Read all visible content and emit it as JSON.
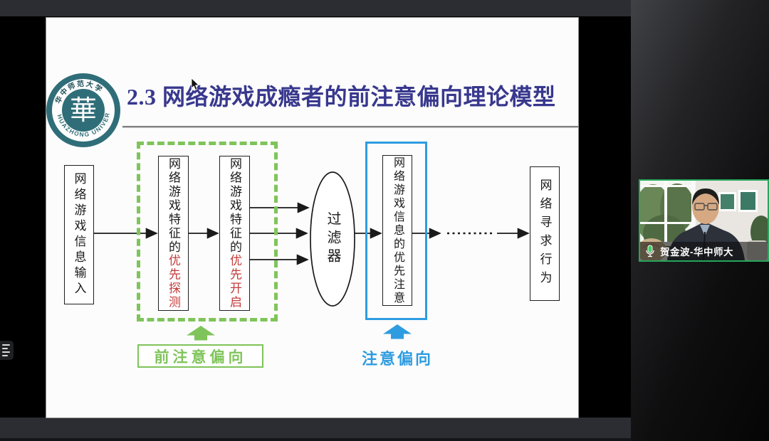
{
  "colors": {
    "title": "#38388e",
    "green": "#7fc45a",
    "blue": "#2e9ce0",
    "red": "#c43b3b",
    "logo_teal": "#2f6e78",
    "video_border": "#26a65b",
    "mic_green": "#3ad164"
  },
  "slide": {
    "title": "2.3 网络游戏成瘾者的前注意偏向理论模型",
    "logo": {
      "glyph": "華",
      "university_cn": "华中师范大学",
      "university_en": "HUAZHONG UNIVERSITY"
    },
    "diagram": {
      "box_input": "网络游戏信息输入",
      "box_detect_prefix": "网络游戏特征的",
      "box_detect_red": "优先探测",
      "box_open_prefix": "网络游戏特征的",
      "box_open_red": "优先开启",
      "ellipse_filter": "过滤器",
      "box_attention": "网络游戏信息的优先注意",
      "box_behavior": "网络寻求行为",
      "label_preattentive": "前注意偏向",
      "label_attentive": "注意偏向"
    }
  },
  "video_panel": {
    "participant_name": "贺金波-华中师大"
  }
}
